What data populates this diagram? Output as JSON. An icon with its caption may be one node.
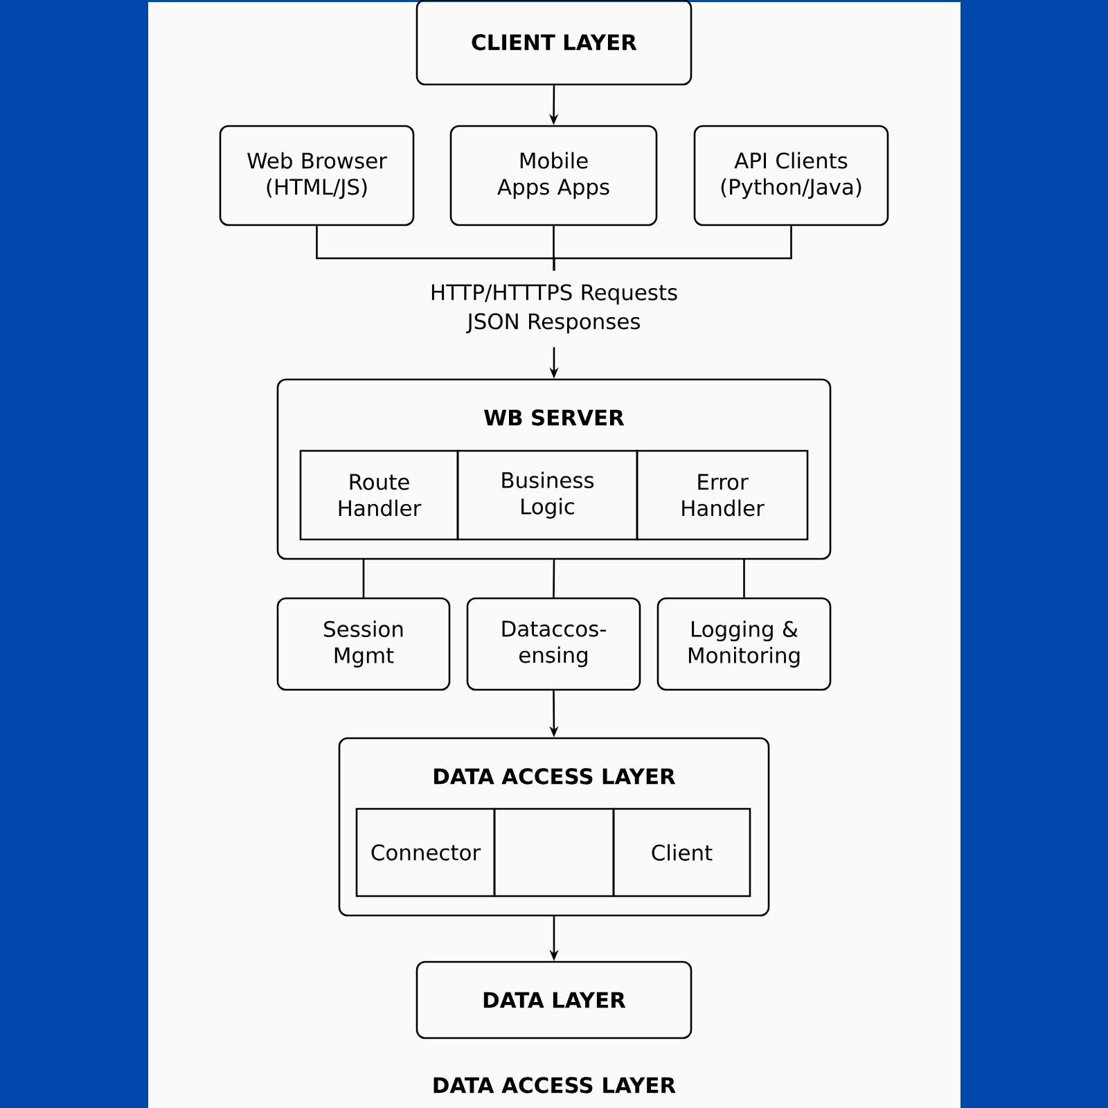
{
  "diagram": {
    "nodes": [
      {
        "text": [
          "CLIENT LAYER"
        ]
      },
      {
        "text": [
          "Web Browser (HTML/JS)"
        ]
      },
      {
        "text": [
          "Mobile Apps Apps"
        ]
      },
      {
        "text": [
          "API Clients (Python/Java)"
        ]
      },
      {
        "text": [
          "HTTP/HTTTPS Requests",
          "JSON Responses"
        ]
      },
      {
        "text": [
          "WB SERVER"
        ]
      },
      {
        "text": [
          "Route Handler"
        ],
        "in": 5
      },
      {
        "text": [
          "Business Logic"
        ],
        "in": 5
      },
      {
        "text": [
          "Error Handler"
        ],
        "in": 5
      },
      {
        "text": [
          "Session Mgmt"
        ]
      },
      {
        "text": [
          "Dataccos- ensing"
        ]
      },
      {
        "text": [
          "Logging & Monitoring"
        ]
      },
      {
        "text": [
          "DATA ACCESS LAYER"
        ]
      },
      {
        "text": [
          "Connector"
        ],
        "in": 12
      },
      {
        "text": [],
        "shape": "box",
        "in": 12
      },
      {
        "text": [
          "Client"
        ],
        "in": 12
      },
      {
        "text": [
          "DATA LAYER"
        ]
      }
    ],
    "edges": [
      {
        "from": 0,
        "to": 2,
        "arrow": "to"
      },
      {
        "from": 1,
        "to": 4,
        "arrow": "none"
      },
      {
        "from": 2,
        "to": 4,
        "arrow": "none"
      },
      {
        "from": 3,
        "to": 4,
        "arrow": "none"
      },
      {
        "from": 4,
        "to": 5,
        "arrow": "to"
      },
      {
        "from": 5,
        "to": 9,
        "arrow": "none"
      },
      {
        "from": 5,
        "to": 10,
        "arrow": "none"
      },
      {
        "from": 5,
        "to": 11,
        "arrow": "none"
      },
      {
        "from": 10,
        "to": 12,
        "arrow": "to"
      },
      {
        "from": 12,
        "to": 16,
        "arrow": "to"
      }
    ],
    "labels": [
      "DATA ACCESS LAYER"
    ]
  }
}
